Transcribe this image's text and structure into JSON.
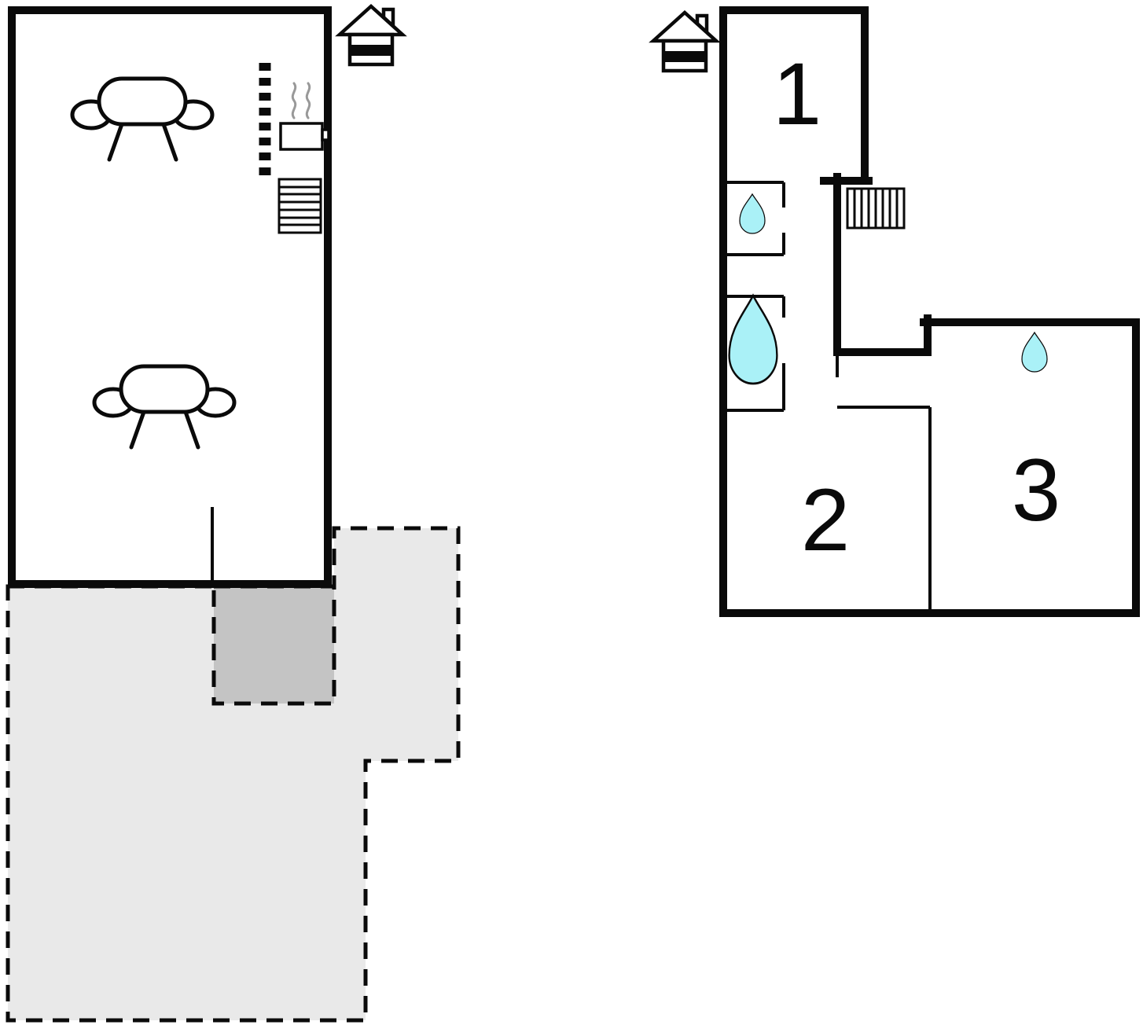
{
  "plan": {
    "type": "floor-plan",
    "floors": {
      "ground": {
        "name": "ground-floor",
        "rooms": [
          {
            "id": "living-area",
            "label": ""
          }
        ],
        "icons": [
          "sofa-icon",
          "sofa-icon",
          "stove-icon",
          "radiator-icon",
          "dashed-partition",
          "house-icon",
          "terrace-area",
          "terrace-porch-area",
          "door-line"
        ]
      },
      "upper": {
        "name": "upper-floor",
        "rooms": [
          {
            "id": "room-1",
            "label": "1"
          },
          {
            "id": "room-2",
            "label": "2"
          },
          {
            "id": "room-3",
            "label": "3"
          }
        ],
        "icons": [
          "house-icon",
          "stairs-icon",
          "water-drop-icon",
          "water-drop-icon",
          "water-drop-icon"
        ]
      }
    }
  },
  "colors": {
    "wall": "#0a0a0a",
    "terrace_light": "#e9e9e9",
    "terrace_dark": "#c4c4c4",
    "water": "#aaf1f7",
    "steam": "#999999",
    "label": "#0a0a0a",
    "background": "#ffffff"
  }
}
